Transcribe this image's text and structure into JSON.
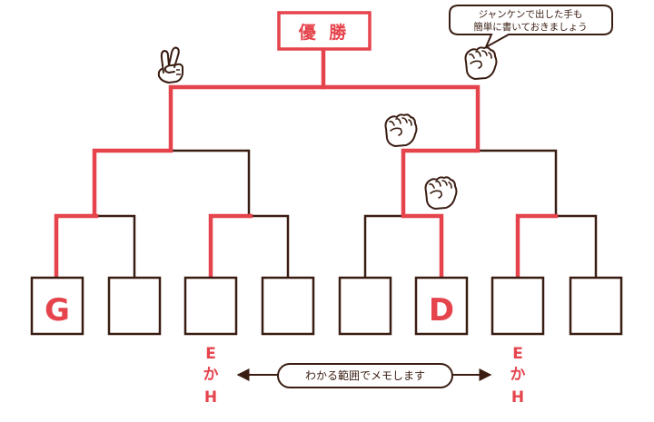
{
  "winner_label": "優 勝",
  "speech_bubble": {
    "line1": "ジャンケンで出した手も",
    "line2": "簡単に書いておきましょう"
  },
  "slots": [
    "G",
    "",
    "",
    "",
    "",
    "D",
    "",
    ""
  ],
  "hand_icons": [
    "peace-hand-icon",
    "fist-hand-icon",
    "fist-hand-icon",
    "fist-hand-icon"
  ],
  "vertical_notes": {
    "left": [
      "E",
      "か",
      "H"
    ],
    "right": [
      "E",
      "か",
      "H"
    ]
  },
  "memo_label": "わかる範囲でメモします",
  "colors": {
    "red": "#e5444d",
    "brown": "#3a1d12"
  }
}
